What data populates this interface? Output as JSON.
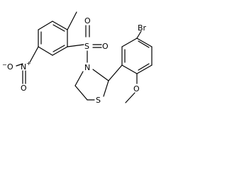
{
  "molecule": {
    "atoms": {
      "bromine": "Br",
      "sulfonyl_sulfur": "S",
      "sulfonyl_oxygen_top": "O",
      "sulfonyl_oxygen_right": "O",
      "ring_nitrogen": "N",
      "ring_sulfur": "S",
      "nitro_nitrogen": "N",
      "nitro_charge": "+",
      "nitro_oxygen_left": "O",
      "nitro_oxygen_right": "O",
      "nitro_oxygen_charge": "−",
      "methoxy_oxygen": "O"
    },
    "colors": {
      "bond": "#000000",
      "label": "#000000",
      "background": "#ffffff"
    }
  }
}
